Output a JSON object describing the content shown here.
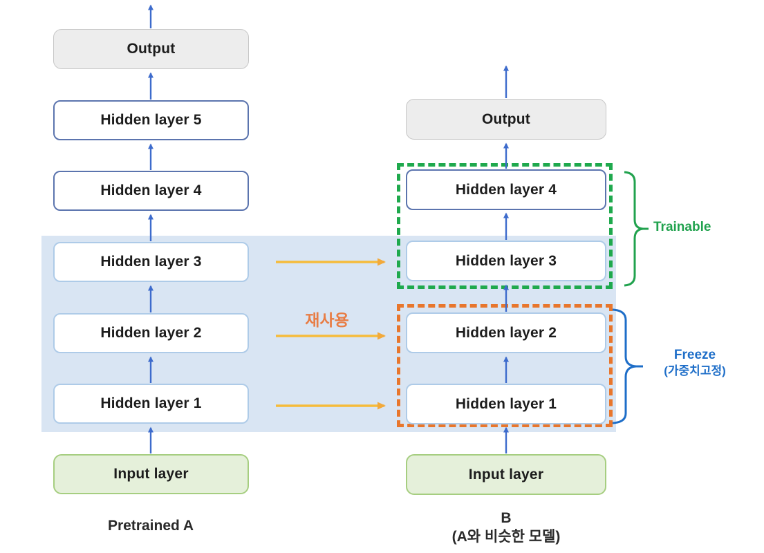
{
  "diagram": {
    "left": {
      "caption": "Pretrained A",
      "boxes": [
        {
          "label": "Output"
        },
        {
          "label": "Hidden layer 5"
        },
        {
          "label": "Hidden layer 4"
        },
        {
          "label": "Hidden layer 3"
        },
        {
          "label": "Hidden layer 2"
        },
        {
          "label": "Hidden layer 1"
        },
        {
          "label": "Input layer"
        }
      ]
    },
    "right": {
      "caption_line1": "B",
      "caption_line2": "(A와 비슷한 모델)",
      "boxes": [
        {
          "label": "Output"
        },
        {
          "label": "Hidden layer 4"
        },
        {
          "label": "Hidden layer 3"
        },
        {
          "label": "Hidden layer 2"
        },
        {
          "label": "Hidden layer 1"
        },
        {
          "label": "Input layer"
        }
      ]
    },
    "annotations": {
      "reuse_label": "재사용",
      "trainable_label": "Trainable",
      "freeze_label_line1": "Freeze",
      "freeze_label_line2": "(가중치고정)"
    }
  },
  "colors": {
    "band": "#d9e5f3",
    "arrow-blue": "#3d6bcc",
    "arrow-yellow": "#f6bb3a",
    "green": "#1fa94d",
    "orange": "#e8762c",
    "trainable-text": "#21a24e",
    "freeze-text": "#1e6ec8",
    "reuse-text": "#e87d45",
    "border-dark": "#5b74ae",
    "border-light": "#aecbe8",
    "output-fill": "#ededed",
    "output-border": "#c7c7c7",
    "input-fill": "#e5f0da",
    "input-border": "#a6ce80",
    "text-dark": "#1c1c1c"
  }
}
